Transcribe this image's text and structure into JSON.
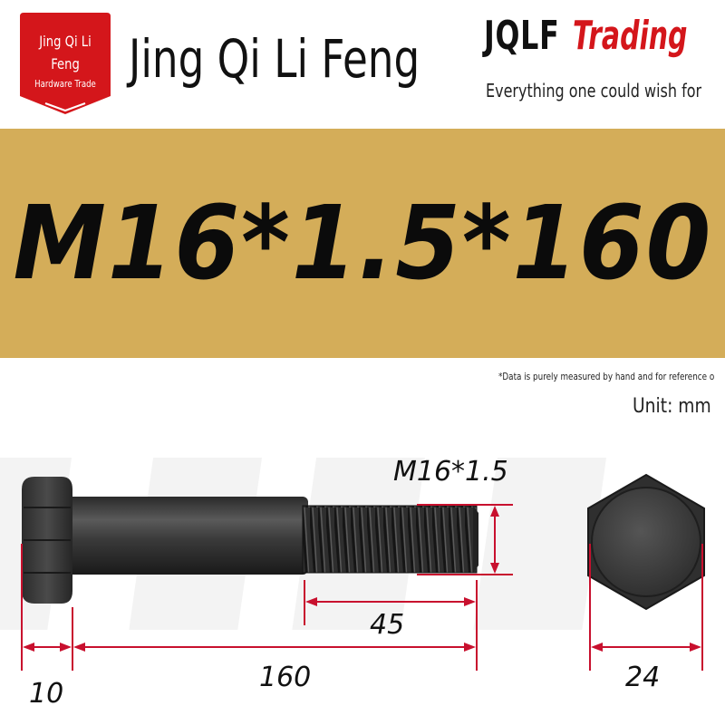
{
  "header": {
    "badge": {
      "line1": "Jing Qi Li",
      "line2": "Feng",
      "line3": "Hardware Trade"
    },
    "brand_name": "Jing Qi Li Feng",
    "logo_part1": "JQLF",
    "logo_part2": "Trading",
    "tagline": "Everything one could wish for",
    "colors": {
      "badge_red": "#d4161b",
      "logo_red": "#d4161b"
    }
  },
  "band": {
    "spec": "M16*1.5*160",
    "color": "#d4ad59"
  },
  "note": "*Data is purely measured by hand and for reference o",
  "unit": "Unit: mm",
  "dimensions": {
    "thread": "M16*1.5",
    "thread_length": "45",
    "total_length": "160",
    "head_height": "10",
    "across_flats": "24",
    "line_color": "#c8102e"
  }
}
